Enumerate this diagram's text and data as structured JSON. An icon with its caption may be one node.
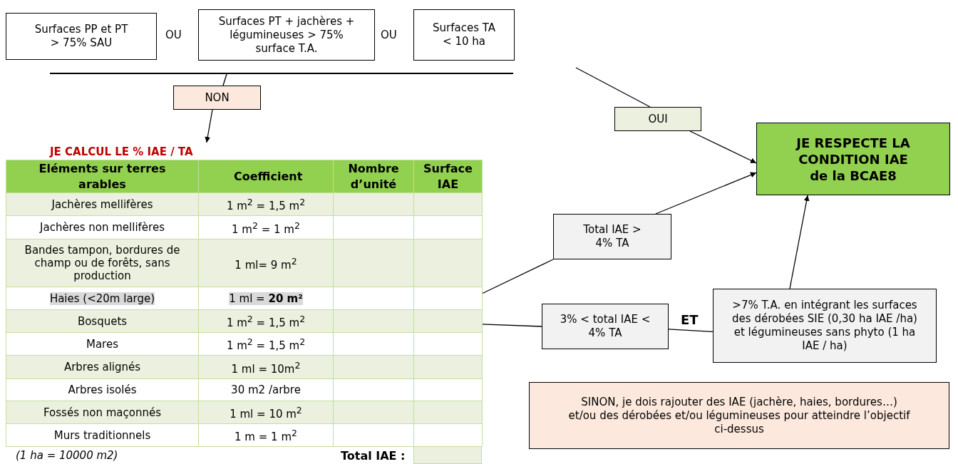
{
  "diagram": {
    "nodes": [
      {
        "text": [
          "Surfaces PP et PT > 75% SAU"
        ]
      },
      {
        "text": [
          "Surfaces PT + jachères + légumineuses > 75% surface T.A."
        ]
      },
      {
        "text": [
          "Surfaces TA < 10 ha"
        ]
      },
      {
        "text": [],
        "shape": "bar"
      },
      {
        "text": [
          "NON"
        ]
      },
      {
        "text": [
          "OUI"
        ]
      },
      {
        "text": [
          "JE RESPECTE LA CONDITION IAE de la BCAE8"
        ]
      },
      {
        "text": [
          "JE CALCUL LE % IAE / TA"
        ]
      },
      {
        "text": [
          "Total IAE > 4% TA"
        ]
      },
      {
        "text": [
          "3% < total IAE < 4% TA"
        ]
      },
      {
        "text": [
          ">7% T.A. en intégrant les surfaces des dérobées SIE (0,30 ha IAE /ha) et légumineuses sans phyto (1 ha IAE / ha)"
        ]
      },
      {
        "text": [
          "SINON, je dois rajouter des IAE (jachère, haies, bordures…) et/ou des dérobées et/ou légumineuses pour atteindre l’objectif ci-dessus"
        ]
      }
    ],
    "edges": [
      {
        "from": 3,
        "to": 4,
        "arrow": "none"
      },
      {
        "from": 4,
        "to": 7,
        "arrow": "to"
      },
      {
        "from": null,
        "to": 5,
        "arrow": "none"
      },
      {
        "from": 5,
        "to": 6,
        "arrow": "to"
      },
      {
        "from": 7,
        "to": 8,
        "arrow": "none"
      },
      {
        "from": 8,
        "to": 6,
        "arrow": "to"
      },
      {
        "from": 7,
        "to": 9,
        "arrow": "none"
      },
      {
        "from": 9,
        "to": 10,
        "arrow": "none",
        "label": "ET"
      },
      {
        "from": 10,
        "to": 6,
        "arrow": "to"
      }
    ],
    "labels": [
      "OU",
      "OU",
      "Eléments sur terres arables",
      "Coefficient",
      "Nombre d’unité",
      "Surface IAE",
      "Jachères mellifères",
      "1 m$^{2}$ = 1,5 m$^{2}$",
      "Jachères non mellifères",
      "1 m$^{2}$ = 1 m$^{2}$",
      "Bandes tampon, bordures de champ ou de forêts, sans production",
      "1 ml= 9 m$^{2}$",
      "Haies (<20m large)",
      "1 ml = **20 m²**",
      "Bosquets",
      "1 m$^{2}$ = 1,5 m$^{2}$",
      "Mares",
      "1 m$^{2}$ = 1,5 m$^{2}$",
      "Arbres alignés",
      "1 ml = 10m$^{2}$",
      "Arbres isolés",
      "30 m2 /arbre",
      "Fossés non maçonnés",
      "1 ml = 10 m$^{2}$",
      "Murs traditionnels",
      "1 m = 1 m$^{2}$",
      "(1 ha = 10000 m2)",
      "Total IAE :"
    ]
  }
}
